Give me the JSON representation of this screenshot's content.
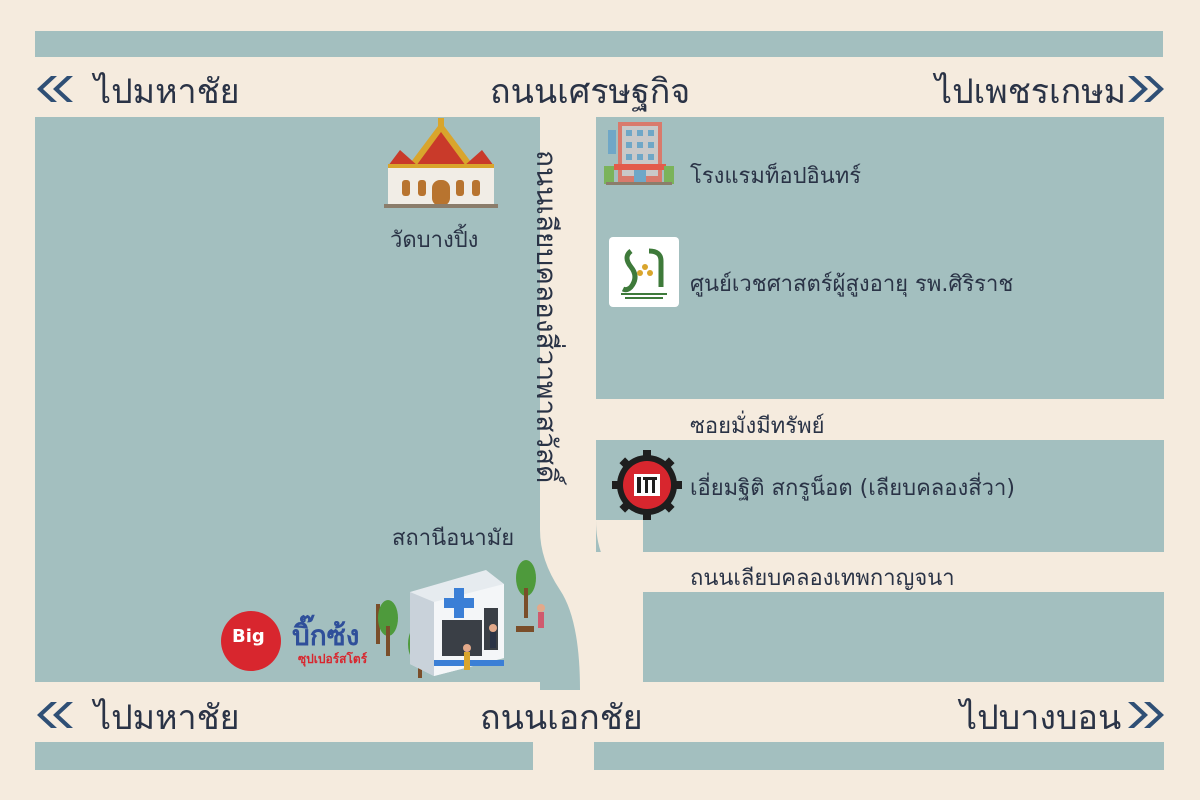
{
  "roads": {
    "top_road": "ถนนเศรษฐกิจ",
    "bottom_road": "ถนนเอกชัย",
    "vertical_road": "ถนนเลียบคลองสี่วาพาสวัสดิ์",
    "soi_mang_mee": "ซอยมั่งมีทรัพย์",
    "thep_kanchana_road": "ถนนเลียบคลองเทพกาญจนา"
  },
  "directions": {
    "top_left": "ไปมหาชัย",
    "top_right": "ไปเพชรเกษม",
    "bottom_left": "ไปมหาชัย",
    "bottom_right": "ไปบางบอน"
  },
  "places": {
    "temple": "วัดบางปิ้ง",
    "hotel": "โรงแรมท็อปอินทร์",
    "geriatric_center": "ศูนย์เวชศาสตร์ผู้สูงอายุ รพ.ศิริราช",
    "screw_shop": "เอี่ยมฐิติ สกรูน็อต (เลียบคลองสี่วา)",
    "health_station": "สถานีอนามัย",
    "supermarket": "บิ๊กซ้ง",
    "supermarket_sub": "ซุปเปอร์สโตร์",
    "supermarket_logo_text": "Big"
  },
  "colors": {
    "background": "#f5ebde",
    "block": "#a3bfbf",
    "text": "#2a3346",
    "arrow": "#2f4f75"
  }
}
